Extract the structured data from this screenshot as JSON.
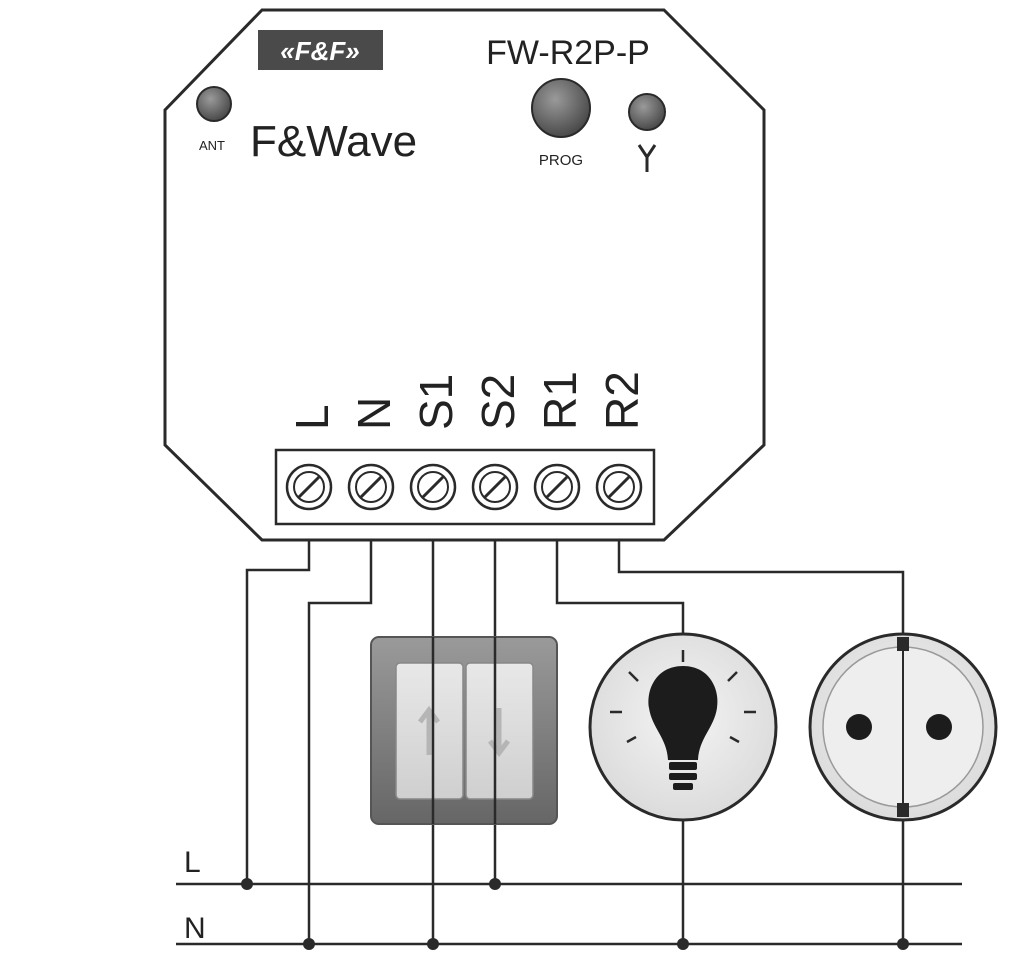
{
  "device": {
    "brand_logo": "«F&F»",
    "model": "FW-R2P-P",
    "product_name": "F&Wave",
    "ant_label": "ANT",
    "prog_label": "PROG",
    "indicator_icon": "antenna-signal-icon"
  },
  "terminals": [
    "L",
    "N",
    "S1",
    "S2",
    "R1",
    "R2"
  ],
  "bus": {
    "live_label": "L",
    "neutral_label": "N"
  },
  "loads": {
    "switch_icon": "double-rocker-switch-icon",
    "lamp_icon": "light-bulb-icon",
    "socket_icon": "power-socket-icon"
  },
  "colors": {
    "line": "#2a2a2a",
    "indicator": "#555555",
    "switch_frame": "#7a7a7a",
    "load_fill": "#e6e6e6"
  }
}
